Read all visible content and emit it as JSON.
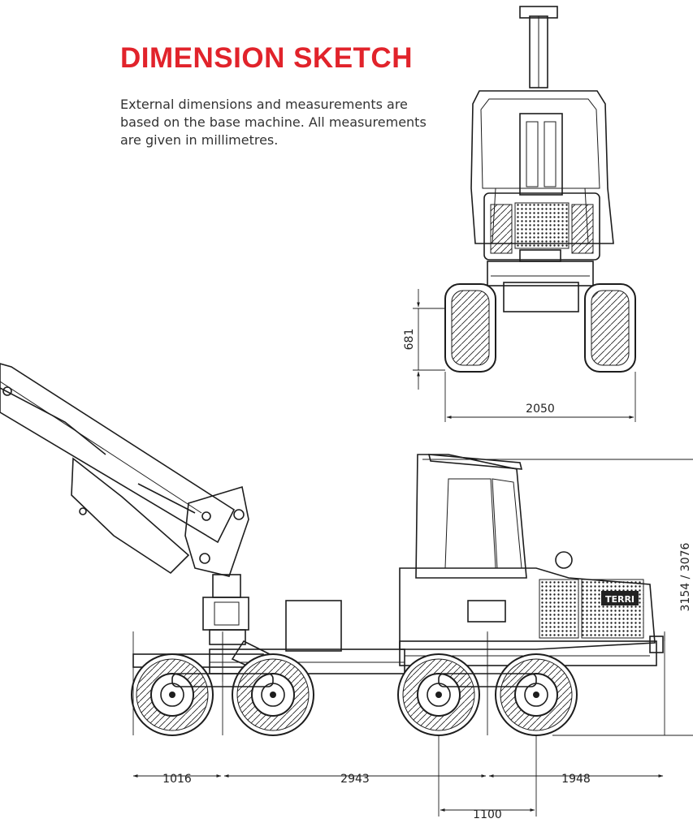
{
  "title": "DIMENSION SKETCH",
  "description": "External dimensions and measurements are based on the base machine. All measurements are given in millimetres.",
  "colors": {
    "accent": "#e1232b",
    "line": "#1d1d1d",
    "text": "#333333"
  },
  "brand_mark": "TERRI",
  "dimensions": {
    "front_ground_clearance": "681",
    "front_width": "2050",
    "side_height": "3154 / 3076",
    "front_overhang": "1016",
    "wheelbase": "2943",
    "rear_overhang": "1948",
    "bogie_spacing": "1100"
  }
}
